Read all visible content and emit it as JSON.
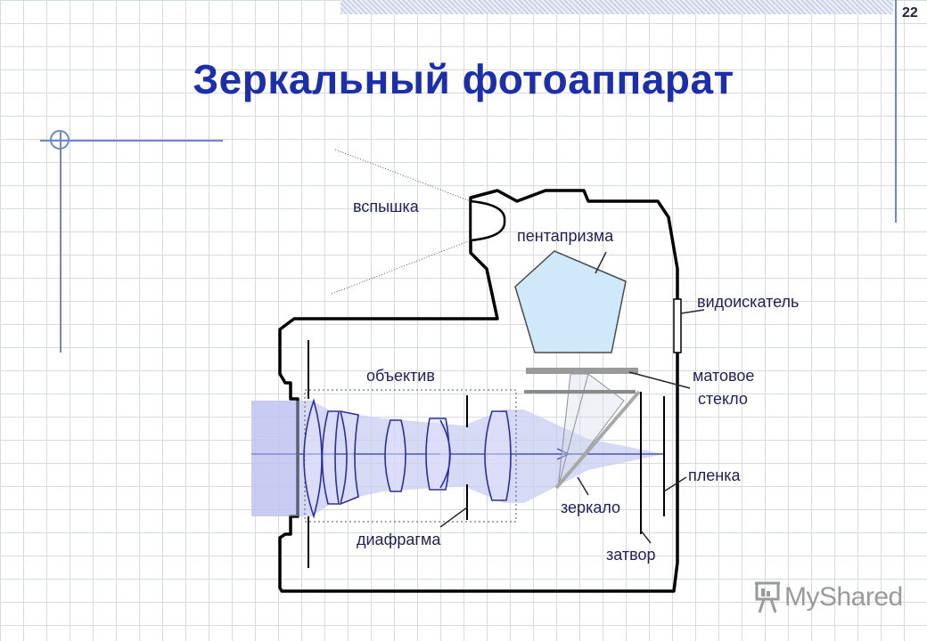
{
  "slide": {
    "number": "22",
    "title": "Зеркальный фотоаппарат"
  },
  "labels": {
    "flash": "вспышка",
    "pentaprism": "пентапризма",
    "viewfinder": "видоискатель",
    "lens": "объектив",
    "ground_glass_1": "матовое",
    "ground_glass_2": "стекло",
    "film": "пленка",
    "mirror": "зеркало",
    "aperture": "диафрагма",
    "shutter": "затвор"
  },
  "logo": {
    "text": "MyShared",
    "icon": "presentation-board-icon"
  },
  "colors": {
    "title": "#1c2fa8",
    "body_outline": "#000000",
    "prism_fill": "#cfe9fb",
    "light_beam": "#c9cdf2",
    "label": "#1f1f5a"
  }
}
